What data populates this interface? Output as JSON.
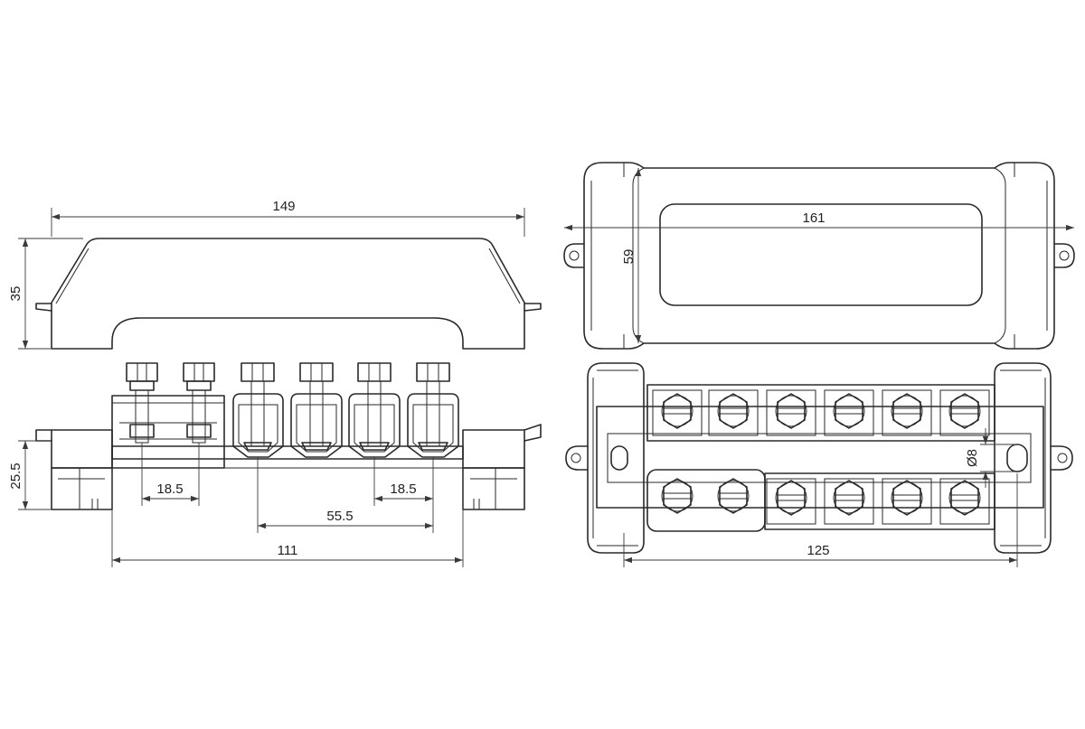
{
  "dimensions": {
    "top_width": "149",
    "top_height": "35",
    "base_height": "25.5",
    "pitch_left": "18.5",
    "pitch_right": "18.5",
    "span_clamps": "55.5",
    "base_length": "111",
    "plan_length": "161",
    "plan_width": "59",
    "hole_diameter": "Ø8",
    "bolt_span": "125"
  },
  "colors": {
    "line": "#2a2a2a",
    "background": "#ffffff"
  }
}
